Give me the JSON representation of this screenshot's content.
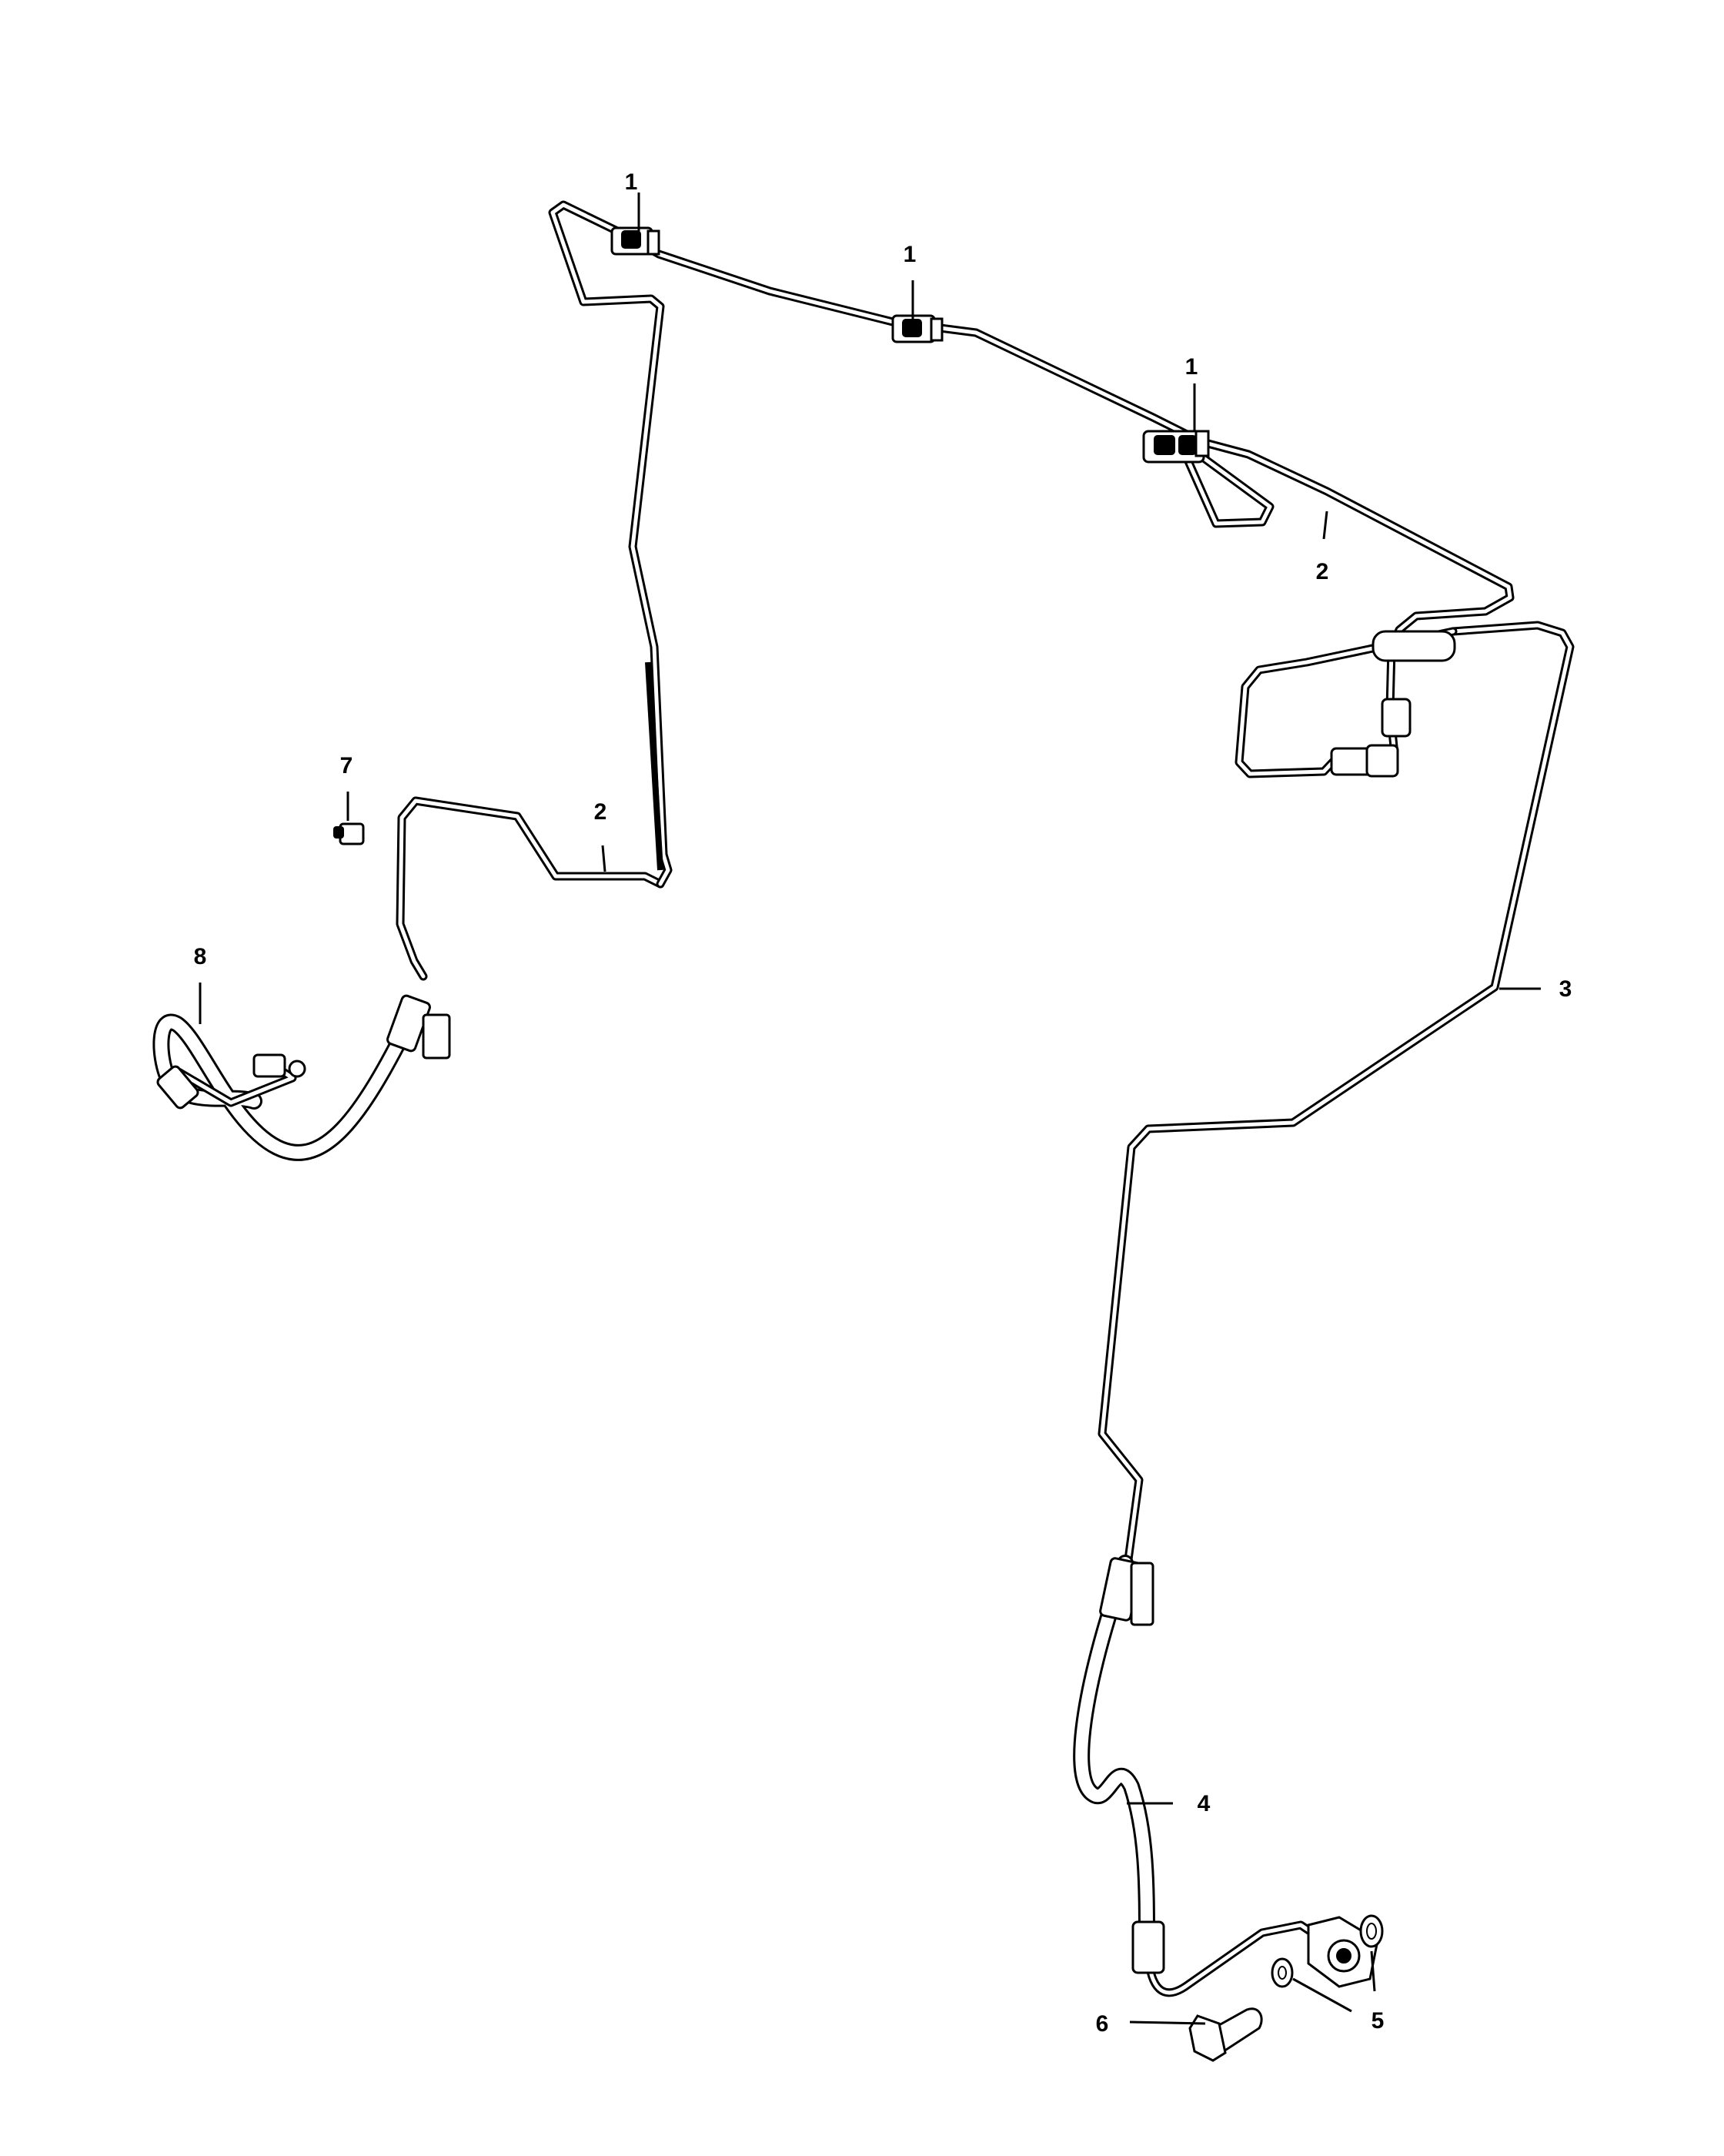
{
  "callouts": [
    {
      "id": "c1a",
      "label": "1"
    },
    {
      "id": "c1b",
      "label": "1"
    },
    {
      "id": "c1c",
      "label": "1"
    },
    {
      "id": "c2a",
      "label": "2"
    },
    {
      "id": "c2b",
      "label": "2"
    },
    {
      "id": "c3",
      "label": "3"
    },
    {
      "id": "c4",
      "label": "4"
    },
    {
      "id": "c5",
      "label": "5"
    },
    {
      "id": "c6",
      "label": "6"
    },
    {
      "id": "c7",
      "label": "7"
    },
    {
      "id": "c8",
      "label": "8"
    }
  ]
}
